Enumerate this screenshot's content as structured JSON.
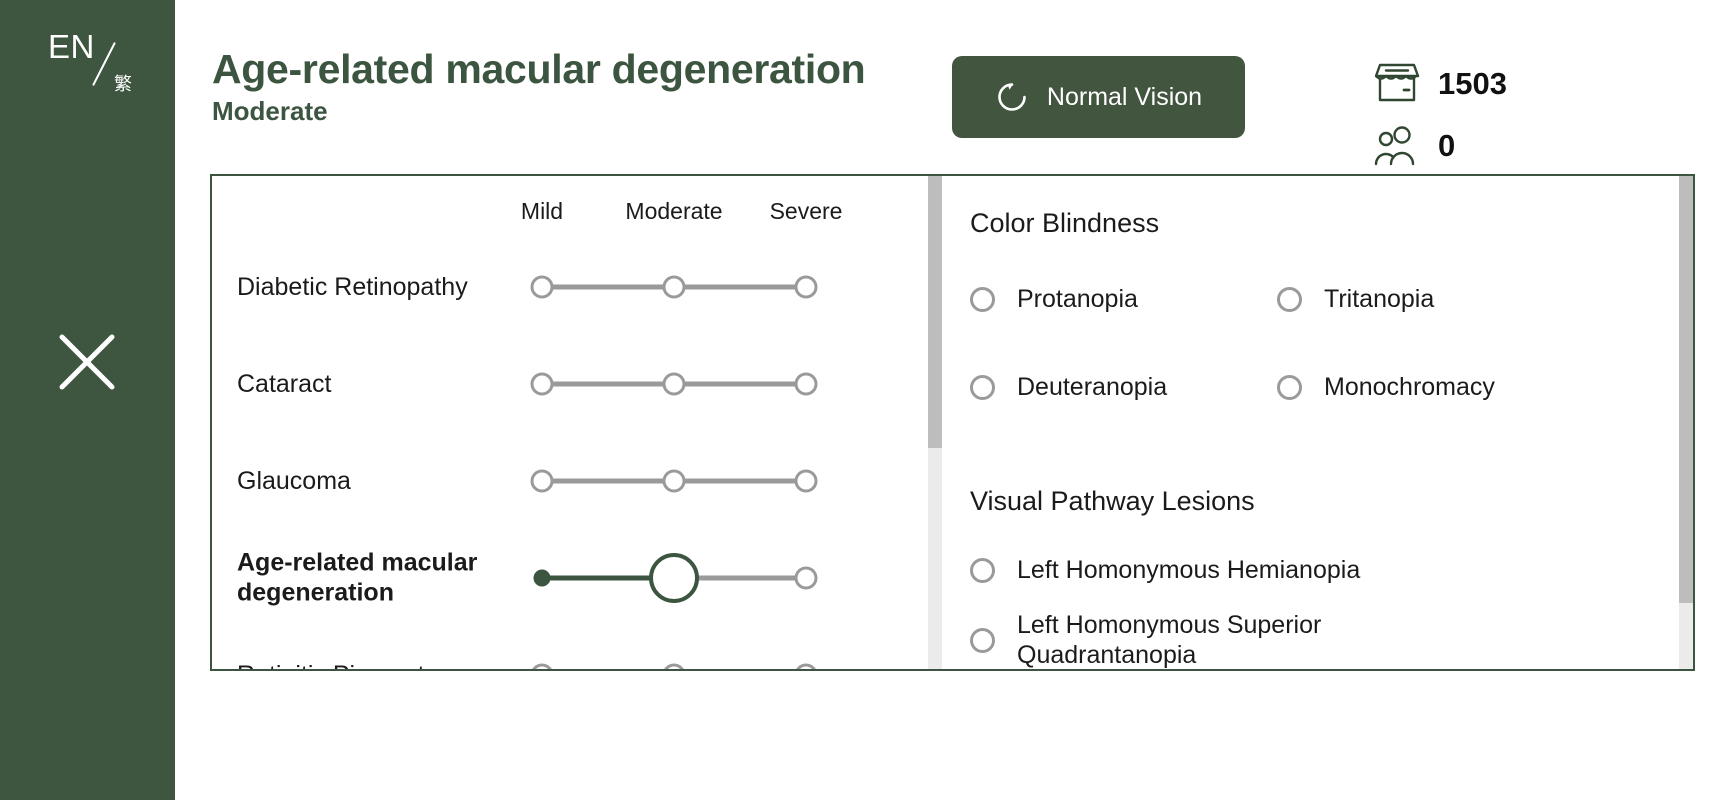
{
  "sidebar": {
    "lang_en": "EN",
    "lang_zh": "繁",
    "close_icon": "close-x-icon"
  },
  "header": {
    "title": "Age-related macular degeneration",
    "subtitle": "Moderate",
    "reset_button": {
      "label": "Normal Vision",
      "icon": "reset-circular-arrow-icon"
    },
    "counters": [
      {
        "icon": "store-icon",
        "value": "1503"
      },
      {
        "icon": "people-icon",
        "value": "0"
      }
    ]
  },
  "left_panel": {
    "severity_levels": [
      "Mild",
      "Moderate",
      "Severe"
    ],
    "rows": [
      {
        "label": "Diabetic Retinopathy",
        "value": null,
        "active": false
      },
      {
        "label": "Cataract",
        "value": null,
        "active": false
      },
      {
        "label": "Glaucoma",
        "value": null,
        "active": false
      },
      {
        "label": "Age-related macular degeneration",
        "value": "Moderate",
        "active": true
      },
      {
        "label": "Retinitis Pigmentosa",
        "value": null,
        "active": false
      }
    ]
  },
  "right_panel": {
    "groups": [
      {
        "title": "Color Blindness",
        "layout": "grid",
        "options": [
          {
            "label": "Protanopia",
            "selected": false
          },
          {
            "label": "Tritanopia",
            "selected": false
          },
          {
            "label": "Deuteranopia",
            "selected": false
          },
          {
            "label": "Monochromacy",
            "selected": false
          }
        ]
      },
      {
        "title": "Visual Pathway Lesions",
        "layout": "list",
        "options": [
          {
            "label": "Left Homonymous Hemianopia",
            "selected": false
          },
          {
            "label": "Left Homonymous Superior Quadrantanopia",
            "selected": false
          }
        ]
      }
    ]
  },
  "colors": {
    "brand_green": "#3c5540",
    "sidebar_green": "#3e5540",
    "button_green": "#41553f",
    "track_gray": "#9a9a9a",
    "scroll_track": "#ebebeb",
    "scroll_thumb": "#bdbdbd"
  }
}
